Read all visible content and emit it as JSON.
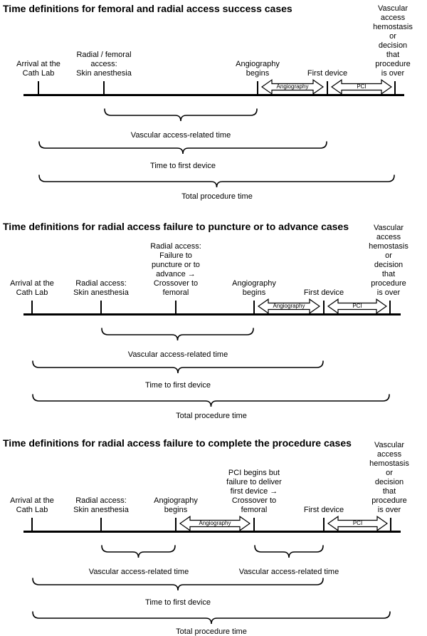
{
  "colors": {
    "ink": "#000000",
    "background": "#ffffff"
  },
  "panels": [
    {
      "title": "Time definitions for femoral and radial access success cases",
      "events": [
        {
          "label": "Arrival at the\nCath Lab"
        },
        {
          "label": "Radial / femoral\naccess:\nSkin anesthesia"
        },
        {
          "label": "Angiography\nbegins"
        },
        {
          "label": "First device"
        },
        {
          "label": "Vascular access\nhemostasis or\ndecision that\nprocedure is over"
        }
      ],
      "arrows": [
        {
          "label": "Angiography"
        },
        {
          "label": "PCI"
        }
      ],
      "braces": [
        {
          "label": "Vascular access-related time"
        },
        {
          "label": "Time to first device"
        },
        {
          "label": "Total procedure time"
        }
      ]
    },
    {
      "title": "Time definitions for radial access failure to puncture or to advance cases",
      "events": [
        {
          "label": "Arrival at the\nCath Lab"
        },
        {
          "label": "Radial access:\nSkin anesthesia"
        },
        {
          "label": "Radial access:\nFailure to\npuncture or to\nadvance →\nCrossover to\nfemoral"
        },
        {
          "label": "Angiography\nbegins"
        },
        {
          "label": "First device"
        },
        {
          "label": "Vascular access\nhemostasis or\ndecision that\nprocedure is over"
        }
      ],
      "arrows": [
        {
          "label": "Angiography"
        },
        {
          "label": "PCI"
        }
      ],
      "braces": [
        {
          "label": "Vascular access-related time"
        },
        {
          "label": "Time to first device"
        },
        {
          "label": "Total procedure time"
        }
      ]
    },
    {
      "title": "Time definitions for radial access failure to complete the procedure cases",
      "events": [
        {
          "label": "Arrival at the\nCath Lab"
        },
        {
          "label": "Radial access:\nSkin anesthesia"
        },
        {
          "label": "Angiography\nbegins"
        },
        {
          "label": "PCI begins but\nfailure to deliver\nfirst device →\nCrossover to\nfemoral"
        },
        {
          "label": "First device"
        },
        {
          "label": "Vascular access\nhemostasis or\ndecision that\nprocedure is over"
        }
      ],
      "arrows": [
        {
          "label": "Angiography"
        },
        {
          "label": "PCI"
        }
      ],
      "braces": [
        {
          "label": "Vascular access-related time"
        },
        {
          "label": "Vascular access-related time"
        },
        {
          "label": "Time to first device"
        },
        {
          "label": "Total procedure time"
        }
      ]
    }
  ]
}
